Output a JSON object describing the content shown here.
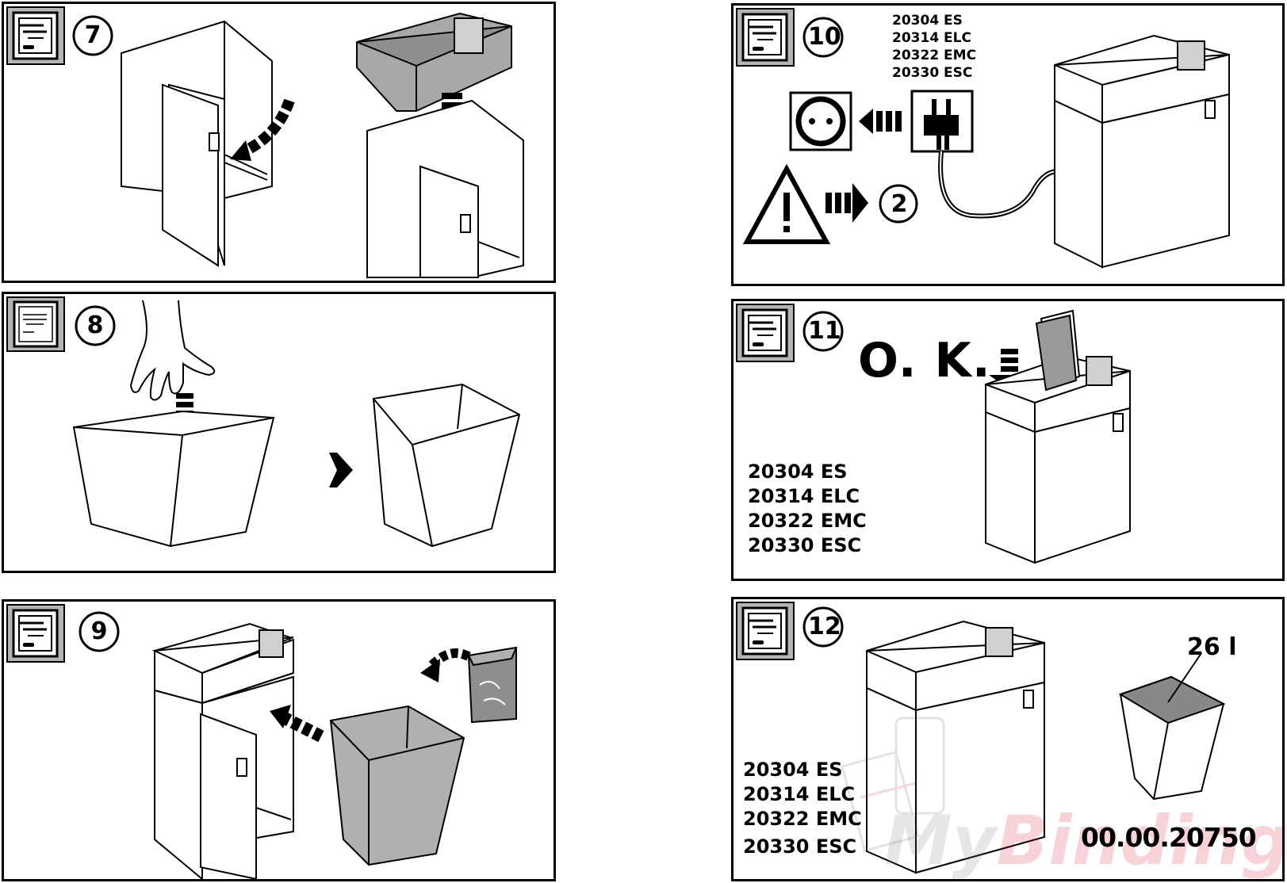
{
  "steps": [
    {
      "number": "7"
    },
    {
      "number": "8"
    },
    {
      "number": "9"
    },
    {
      "number": "10"
    },
    {
      "number": "11"
    },
    {
      "number": "12"
    }
  ],
  "step10": {
    "models": [
      "20304 ES",
      "20314 ELC",
      "20322 EMC",
      "20330 ESC"
    ],
    "ref_step": "2"
  },
  "step11": {
    "ok_label": "O. K.",
    "models": [
      "20304 ES",
      "20314 ELC",
      "20322 EMC",
      "20330 ESC"
    ]
  },
  "step12": {
    "models": [
      "20304 ES",
      "20314 ELC",
      "20322 EMC",
      "20330 ESC"
    ],
    "capacity": "26 l",
    "doc_number": "00.00.20750"
  },
  "watermark": {
    "part1": "My",
    "part2": "Binding"
  },
  "icons": {
    "manual": "manual-book-icon",
    "warning": "warning-triangle-icon",
    "socket": "power-socket-icon",
    "plug": "power-plug-icon"
  }
}
